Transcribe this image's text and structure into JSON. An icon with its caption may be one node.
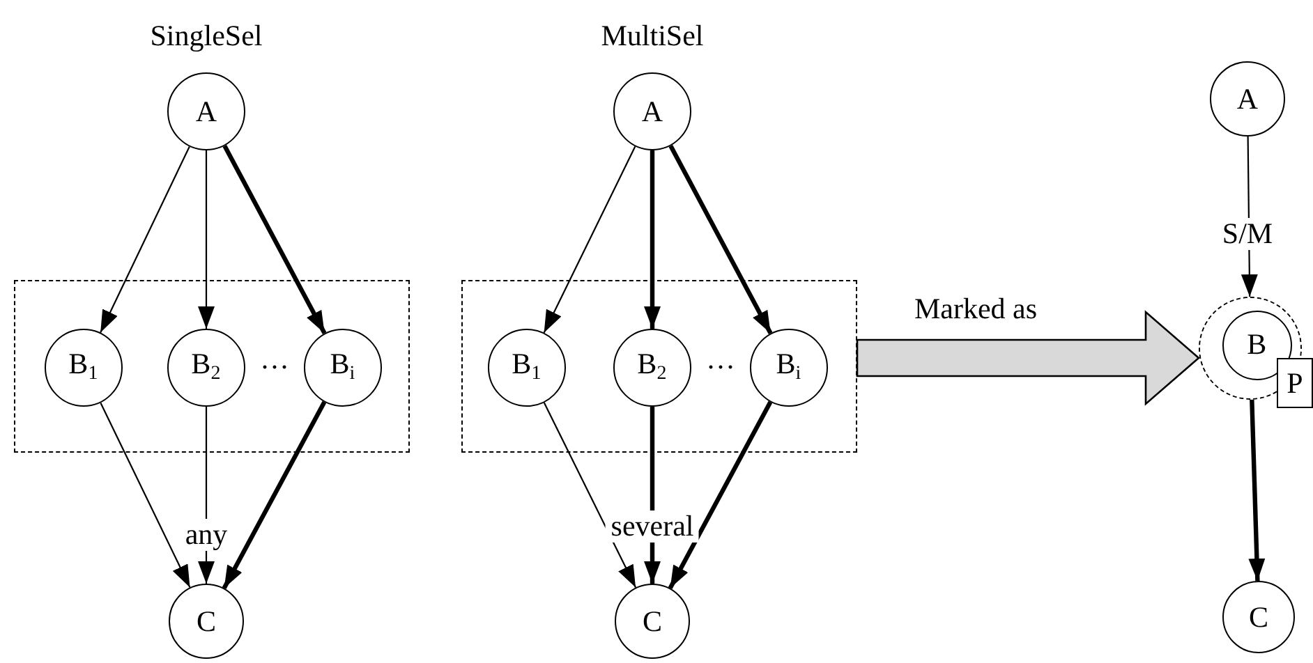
{
  "diagram": {
    "nodes": [
      {
        "text": [],
        "shape": "box"
      },
      {
        "text": [
          "A"
        ]
      },
      {
        "text": [
          "B$_{1}$"
        ],
        "in": 0
      },
      {
        "text": [
          "B$_{2}$"
        ],
        "in": 0
      },
      {
        "text": [
          "B$_{i}$"
        ],
        "in": 0
      },
      {
        "text": [
          "C"
        ]
      },
      {
        "text": [],
        "shape": "box"
      },
      {
        "text": [
          "A"
        ]
      },
      {
        "text": [
          "B$_{1}$"
        ],
        "in": 6
      },
      {
        "text": [
          "B$_{2}$"
        ],
        "in": 6
      },
      {
        "text": [
          "B$_{i}$"
        ],
        "in": 6
      },
      {
        "text": [
          "C"
        ]
      },
      {
        "text": [
          "A"
        ]
      },
      {
        "text": [],
        "shape": "circle"
      },
      {
        "text": [
          "B"
        ],
        "in": 13
      },
      {
        "text": [
          "P"
        ]
      },
      {
        "text": [
          "C"
        ]
      }
    ],
    "edges": [
      {
        "from": 1,
        "to": 2,
        "arrow": "to"
      },
      {
        "from": 1,
        "to": 3,
        "arrow": "to"
      },
      {
        "from": 1,
        "to": 4,
        "arrow": "to",
        "style": "thick"
      },
      {
        "from": 2,
        "to": 5,
        "arrow": "to"
      },
      {
        "from": 3,
        "to": 5,
        "arrow": "to",
        "label": "any"
      },
      {
        "from": 4,
        "to": 5,
        "arrow": "to",
        "style": "thick"
      },
      {
        "from": 7,
        "to": 8,
        "arrow": "to"
      },
      {
        "from": 7,
        "to": 9,
        "arrow": "to",
        "style": "thick"
      },
      {
        "from": 7,
        "to": 10,
        "arrow": "to",
        "style": "thick"
      },
      {
        "from": 8,
        "to": 11,
        "arrow": "to"
      },
      {
        "from": 9,
        "to": 11,
        "arrow": "to",
        "style": "thick",
        "label": "several"
      },
      {
        "from": 10,
        "to": 11,
        "arrow": "to",
        "style": "thick"
      },
      {
        "from": 6,
        "to": 13,
        "arrow": "to",
        "style": "thick",
        "color": "#d9d9d9",
        "label": "Marked as"
      },
      {
        "from": 12,
        "to": 13,
        "arrow": "to",
        "label": "S/M"
      },
      {
        "from": 13,
        "to": 16,
        "arrow": "to",
        "style": "thick"
      }
    ],
    "labels": [
      "SingleSel",
      "MultiSel",
      "···",
      "···"
    ]
  }
}
